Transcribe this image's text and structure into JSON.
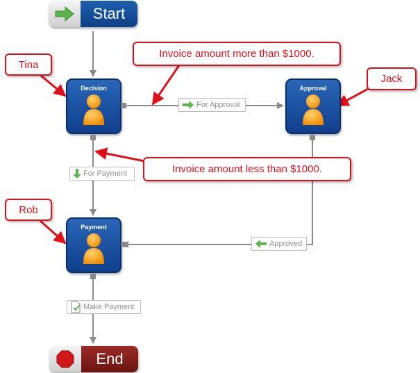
{
  "start": {
    "label": "Start",
    "icon": "arrow-right-icon"
  },
  "end": {
    "label": "End",
    "icon": "stop-octagon-icon"
  },
  "nodes": {
    "decision": {
      "title": "Decision",
      "icon": "person-icon"
    },
    "approval": {
      "title": "Approval",
      "icon": "person-icon"
    },
    "payment": {
      "title": "Payment",
      "icon": "person-icon"
    }
  },
  "transitions": {
    "for_approval": "For Approval",
    "for_payment": "For Payment",
    "approved": "Approved",
    "make_payment": "Make Payment"
  },
  "callouts": {
    "tina": "Tina",
    "jack": "Jack",
    "rob": "Rob",
    "more_than": "Invoice amount more than $1000.",
    "less_than": "Invoice amount less than $1000."
  },
  "colors": {
    "callout_red": "#e0101a",
    "node_blue": "#1f5fae",
    "start_blue": "#0d3f86",
    "end_red": "#7a1a16",
    "arrow_green": "#5bb54a",
    "connector_gray": "#8a8a8a"
  }
}
